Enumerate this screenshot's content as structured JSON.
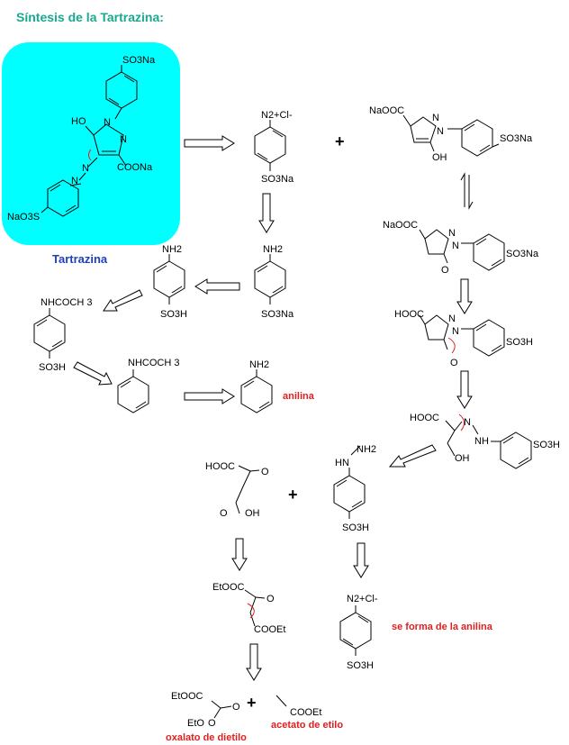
{
  "title": "Síntesis de la Tartrazina:",
  "colors": {
    "title": "#1aa890",
    "panel": "#00ffff",
    "blue_label": "#1f3fbf",
    "red_label": "#e02020"
  },
  "labels": {
    "tartrazina": "Tartrazina",
    "anilina": "anilina",
    "se_forma": "se forma de la anilina",
    "oxalato": "oxalato de dietilo",
    "acetato": "acetato de etilo",
    "plus": "+"
  },
  "groups": {
    "so3na": "SO3Na",
    "nao3s": "NaO3S",
    "so3h": "SO3H",
    "ho": "HO",
    "oh": "OH",
    "coona": "COONa",
    "naooc": "NaOOC",
    "hooc": "HOOC",
    "nh2": "NH2",
    "nhcoch3": "NHCOCH 3",
    "n2cl": "N2+Cl-",
    "etooc": "EtOOC",
    "cooet": "COOEt",
    "eto": "EtO",
    "o": "O",
    "n": "N",
    "nh": "NH",
    "hn": "HN"
  }
}
